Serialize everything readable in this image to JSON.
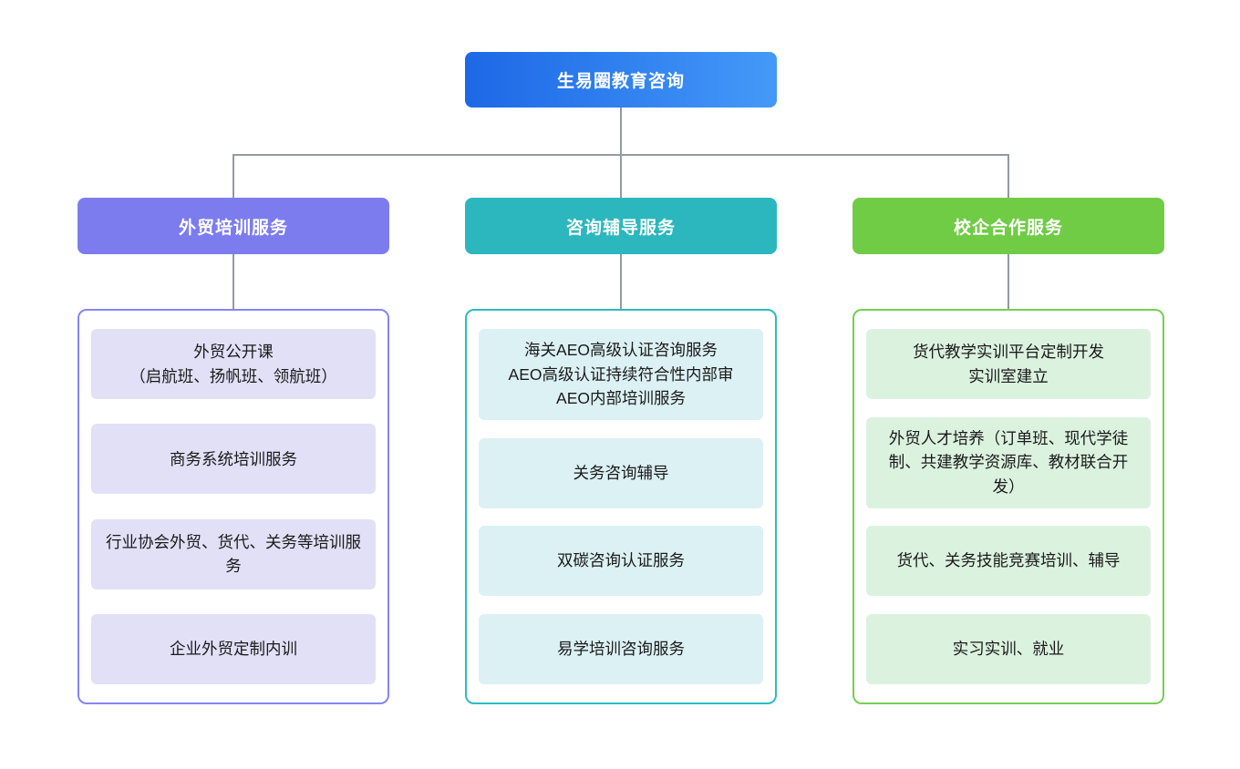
{
  "root": {
    "label": "生易圈教育咨询"
  },
  "colors": {
    "root_gradient_start": "#1d68e6",
    "root_gradient_end": "#4499f8",
    "connector": "#939aa3",
    "branch1_header": "#7c7cee",
    "branch1_border": "#8585f2",
    "branch1_item_bg": "#e2e0f7",
    "branch2_header": "#2bb7bd",
    "branch2_border": "#2dbbc1",
    "branch2_item_bg": "#dcf1f4",
    "branch3_header": "#70cb45",
    "branch3_border": "#77ce52",
    "branch3_item_bg": "#dbf2df"
  },
  "branches": [
    {
      "label": "外贸培训服务",
      "items": [
        "外贸公开课\n（启航班、扬帆班、领航班）",
        "商务系统培训服务",
        "行业协会外贸、货代、关务等培训服务",
        "企业外贸定制内训"
      ]
    },
    {
      "label": "咨询辅导服务",
      "items": [
        "海关AEO高级认证咨询服务\nAEO高级认证持续符合性内部审\nAEO内部培训服务",
        "关务咨询辅导",
        "双碳咨询认证服务",
        "易学培训咨询服务"
      ]
    },
    {
      "label": "校企合作服务",
      "items": [
        "货代教学实训平台定制开发\n实训室建立",
        "外贸人才培养（订单班、现代学徒制、共建教学资源库、教材联合开发）",
        "货代、关务技能竞赛培训、辅导",
        "实习实训、就业"
      ]
    }
  ]
}
